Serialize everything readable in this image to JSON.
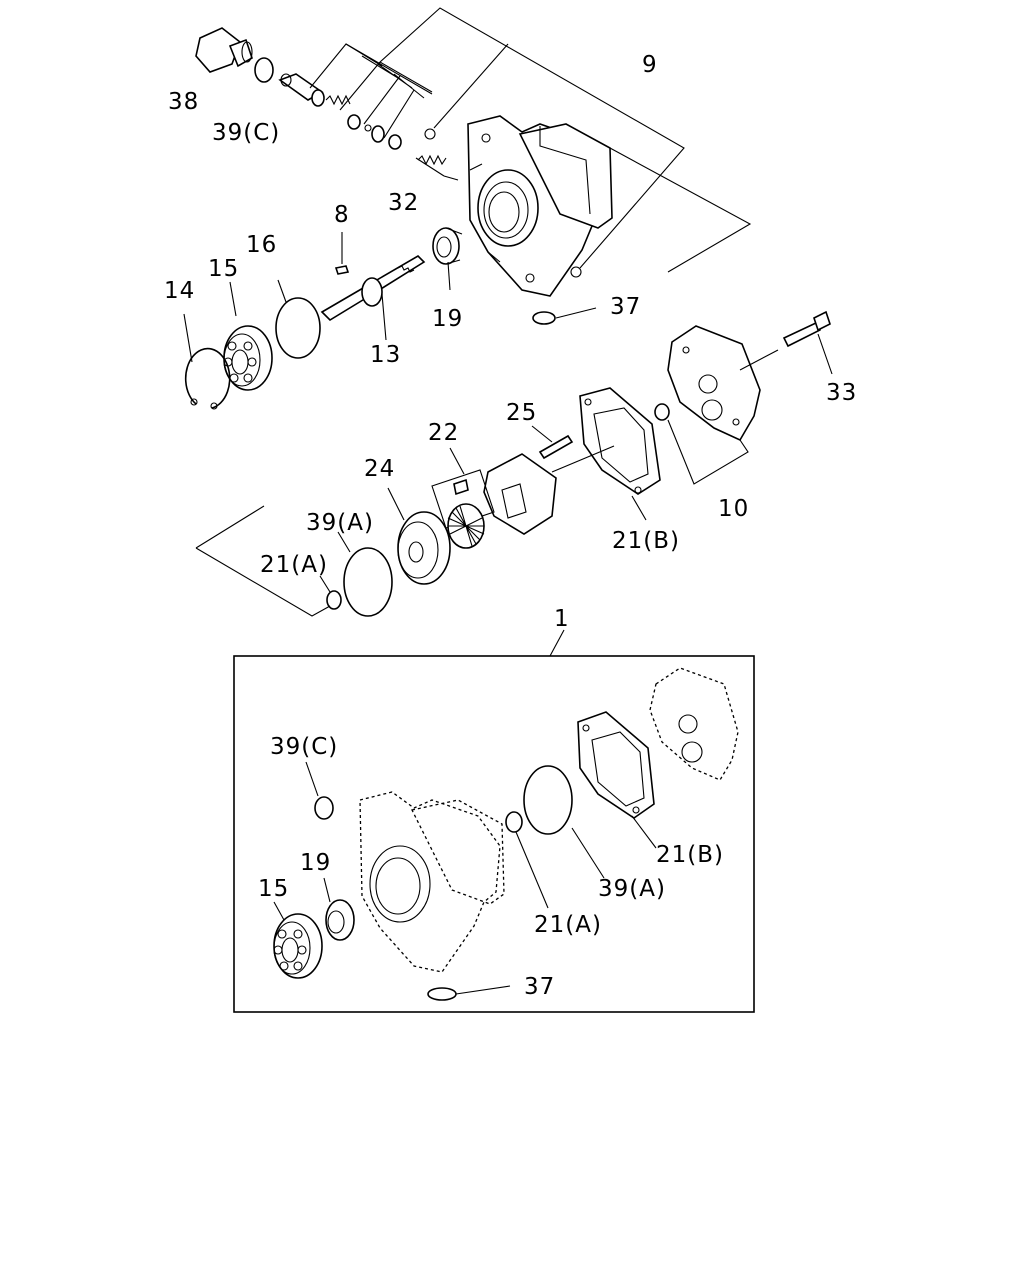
{
  "labels": {
    "p38": "38",
    "p39c_top": "39(C)",
    "p9": "9",
    "p32": "32",
    "p8": "8",
    "p16": "16",
    "p15_top": "15",
    "p14": "14",
    "p19_top": "19",
    "p13": "13",
    "p37_top": "37",
    "p33": "33",
    "p25": "25",
    "p22": "22",
    "p24": "24",
    "p39a_top": "39(A)",
    "p21a_top": "21(A)",
    "p21b_top": "21(B)",
    "p10": "10",
    "p1": "1",
    "p39c_kit": "39(C)",
    "p19_kit": "19",
    "p15_kit": "15",
    "p21b_kit": "21(B)",
    "p39a_kit": "39(A)",
    "p21a_kit": "21(A)",
    "p37_kit": "37"
  }
}
